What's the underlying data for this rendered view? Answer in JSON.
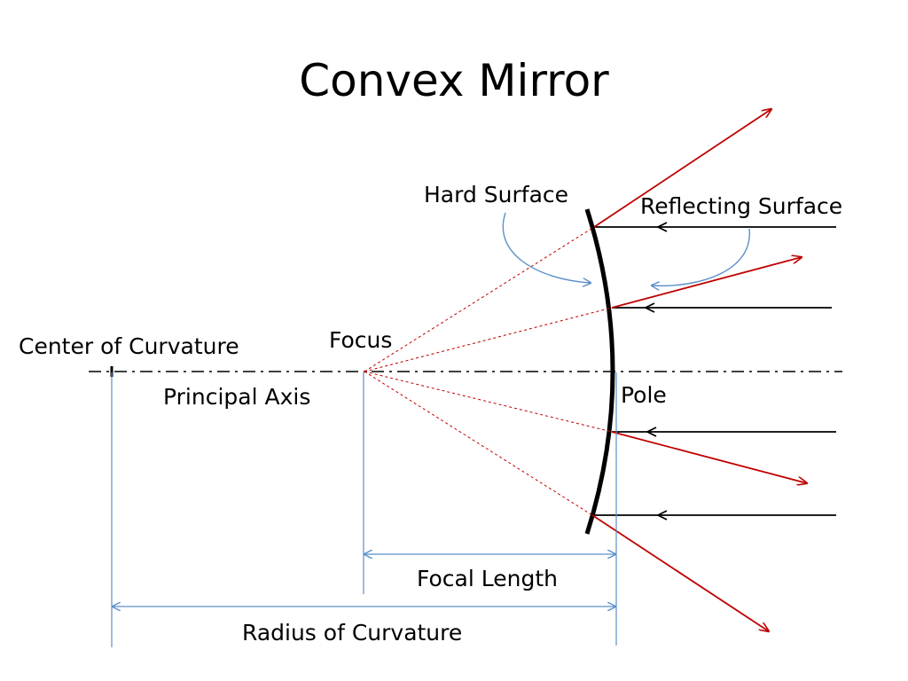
{
  "title": "Convex Mirror",
  "labels": {
    "hard_surface": "Hard Surface",
    "reflecting_surface": "Reflecting Surface",
    "focus": "Focus",
    "center_of_curvature": "Center of Curvature",
    "principal_axis": "Principal Axis",
    "pole": "Pole",
    "focal_length": "Focal Length",
    "radius_of_curvature": "Radius of Curvature"
  },
  "colors": {
    "ray": "#c00000",
    "incident": "#000000",
    "dimension": "#5b8fc7",
    "mirror": "#000000",
    "axis": "#000000"
  }
}
